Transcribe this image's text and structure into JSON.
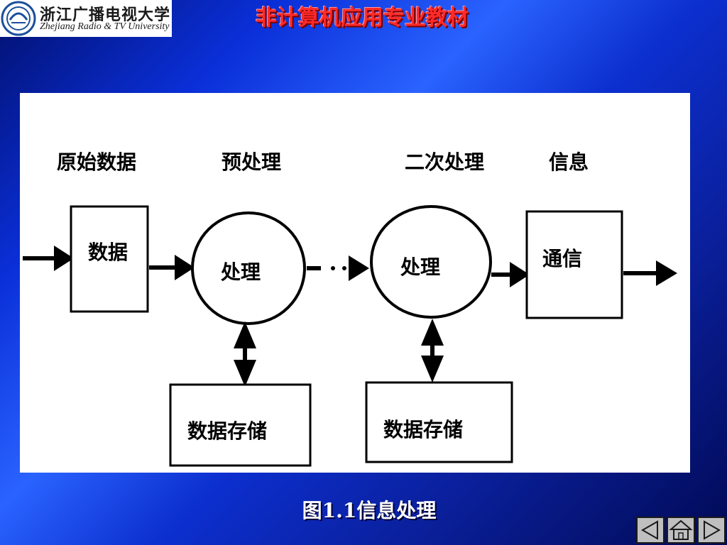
{
  "logo": {
    "title": "浙江广播电视大学",
    "subtitle": "Zhejiang Radio & TV University"
  },
  "header": {
    "title": "非计算机应用专业教材"
  },
  "diagram": {
    "labels": {
      "raw_data": "原始数据",
      "preprocess": "预处理",
      "secondary": "二次处理",
      "information": "信息"
    },
    "nodes": {
      "data_box": "数据",
      "process_1": "处理",
      "process_2": "处理",
      "comm_box": "通信",
      "storage_1": "数据存储",
      "storage_2": "数据存储"
    }
  },
  "caption": "图1.1信息处理",
  "nav": {
    "prev_icon": "triangle-left-icon",
    "home_icon": "home-icon",
    "next_icon": "triangle-right-icon"
  }
}
